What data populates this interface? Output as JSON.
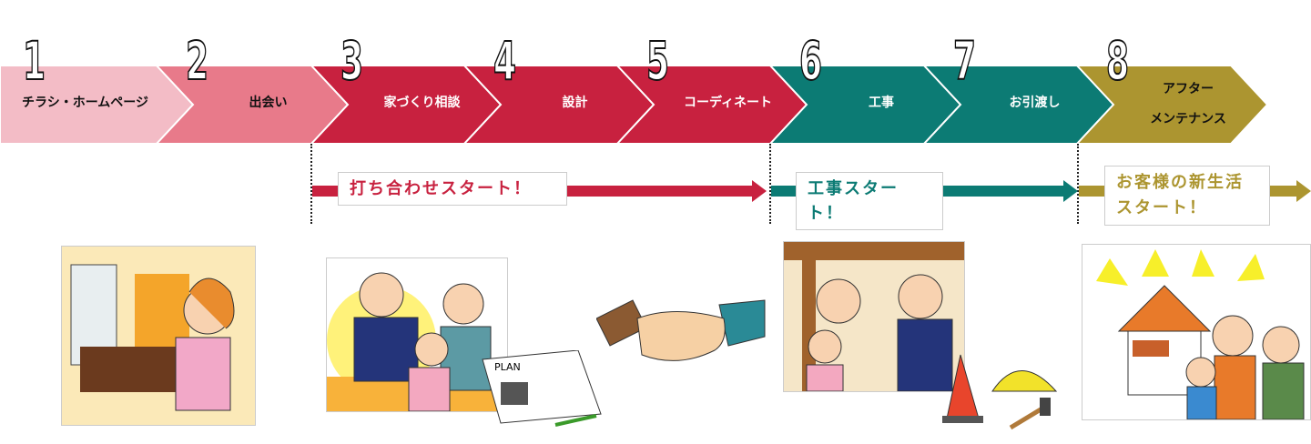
{
  "steps": [
    {
      "num": "1",
      "label": "チラシ・ホームページ",
      "color": "#f3bcc6",
      "text_color": "#111111"
    },
    {
      "num": "2",
      "label": "出会い",
      "color": "#e87a8a",
      "text_color": "#111111"
    },
    {
      "num": "3",
      "label": "家づくり相談",
      "color": "#c8213f",
      "text_color": "#ffffff"
    },
    {
      "num": "4",
      "label": "設計",
      "color": "#c8213f",
      "text_color": "#ffffff"
    },
    {
      "num": "5",
      "label": "コーディネート",
      "color": "#c8213f",
      "text_color": "#ffffff"
    },
    {
      "num": "6",
      "label": "工事",
      "color": "#0c7b74",
      "text_color": "#ffffff"
    },
    {
      "num": "7",
      "label": "お引渡し",
      "color": "#0c7b74",
      "text_color": "#ffffff"
    },
    {
      "num": "8",
      "label": "アフター",
      "label2": "メンテナンス",
      "color": "#ac9530",
      "text_color": "#111111"
    }
  ],
  "phases": [
    {
      "label": "打ち合わせスタート！",
      "color": "#c8213f"
    },
    {
      "label": "工事スタート！",
      "color": "#0c7b74"
    },
    {
      "label": "お客様の新生活",
      "label2": "スタート！",
      "color": "#ac9530"
    }
  ]
}
